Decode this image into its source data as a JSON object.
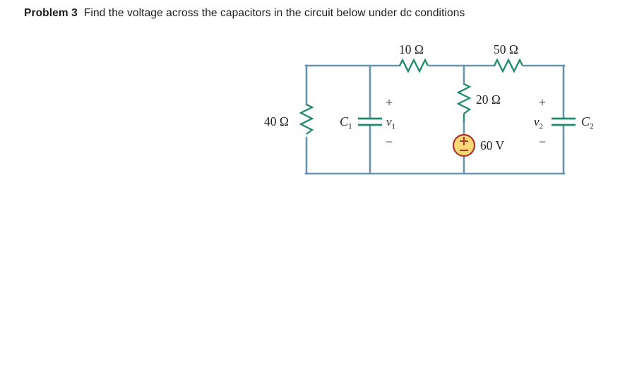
{
  "header": {
    "problem_label": "Problem 3",
    "problem_text": "Find the voltage across the capacitors in the circuit below under dc conditions"
  },
  "circuit": {
    "title": "dc circuit with two capacitors",
    "colors": {
      "wire": "#6a93ad",
      "component": "#1f8a6d",
      "source_fill": "#f8d978",
      "source_stroke": "#b5342c",
      "text": "#231f20"
    },
    "components": {
      "r_left": {
        "label": "40 Ω",
        "value": "40",
        "unit": "Ω",
        "orientation": "vertical"
      },
      "r_top_left": {
        "label": "10 Ω",
        "value": "10",
        "unit": "Ω",
        "orientation": "horizontal"
      },
      "r_top_right": {
        "label": "50 Ω",
        "value": "50",
        "unit": "Ω",
        "orientation": "horizontal"
      },
      "r_middle": {
        "label": "20 Ω",
        "value": "20",
        "unit": "Ω",
        "orientation": "vertical"
      },
      "c1": {
        "label": "C",
        "subscript": "1",
        "orientation": "vertical"
      },
      "c2": {
        "label": "C",
        "subscript": "2",
        "orientation": "vertical"
      },
      "v1": {
        "label": "v",
        "subscript": "1",
        "plus": "+",
        "minus": "−"
      },
      "v2": {
        "label": "v",
        "subscript": "2",
        "plus": "+",
        "minus": "−"
      },
      "source": {
        "label": "60 V",
        "value": "60",
        "unit": "V",
        "plus": "+",
        "minus": "−"
      }
    }
  }
}
